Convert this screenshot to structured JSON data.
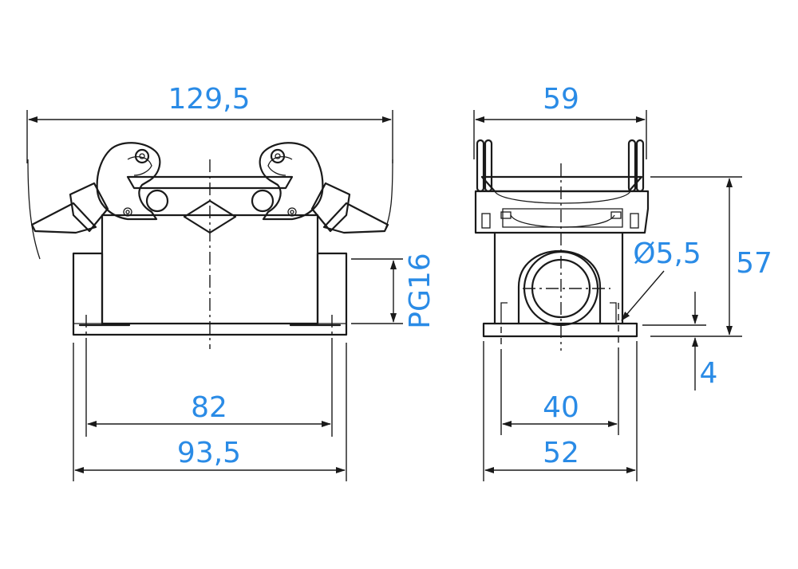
{
  "dimensions": {
    "overall_width_front": "129,5",
    "base_width_front": "93,5",
    "hole_spacing_front": "82",
    "cable_entry": "PG16",
    "width_side_top": "59",
    "base_width_side": "52",
    "hole_spacing_side": "40",
    "height_total": "57",
    "base_thickness": "4",
    "hole_diameter": "Ø5,5"
  },
  "colors": {
    "dimension_text": "#2a8be6",
    "line": "#1a1a1a",
    "background": "#ffffff"
  }
}
